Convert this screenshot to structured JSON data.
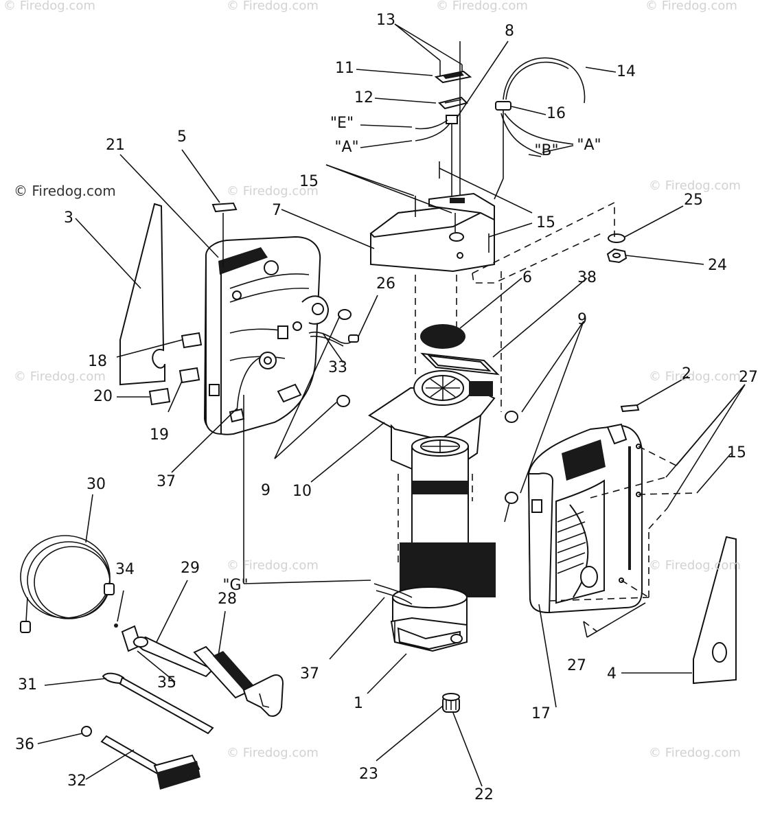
{
  "watermarks": {
    "text": "© Firedog.com",
    "count": 13
  },
  "labels": [
    {
      "id": "1",
      "text": "1"
    },
    {
      "id": "2",
      "text": "2"
    },
    {
      "id": "3",
      "text": "3"
    },
    {
      "id": "4",
      "text": "4"
    },
    {
      "id": "5",
      "text": "5"
    },
    {
      "id": "6",
      "text": "6"
    },
    {
      "id": "7",
      "text": "7"
    },
    {
      "id": "8",
      "text": "8"
    },
    {
      "id": "9a",
      "text": "9"
    },
    {
      "id": "9b",
      "text": "9"
    },
    {
      "id": "10",
      "text": "10"
    },
    {
      "id": "11",
      "text": "11"
    },
    {
      "id": "12",
      "text": "12"
    },
    {
      "id": "13",
      "text": "13"
    },
    {
      "id": "14",
      "text": "14"
    },
    {
      "id": "15a",
      "text": "15"
    },
    {
      "id": "15b",
      "text": "15"
    },
    {
      "id": "15c",
      "text": "15"
    },
    {
      "id": "16",
      "text": "16"
    },
    {
      "id": "17",
      "text": "17"
    },
    {
      "id": "18",
      "text": "18"
    },
    {
      "id": "19",
      "text": "19"
    },
    {
      "id": "20",
      "text": "20"
    },
    {
      "id": "21",
      "text": "21"
    },
    {
      "id": "22",
      "text": "22"
    },
    {
      "id": "23",
      "text": "23"
    },
    {
      "id": "24",
      "text": "24"
    },
    {
      "id": "25",
      "text": "25"
    },
    {
      "id": "26",
      "text": "26"
    },
    {
      "id": "27a",
      "text": "27"
    },
    {
      "id": "27b",
      "text": "27"
    },
    {
      "id": "28",
      "text": "28"
    },
    {
      "id": "29",
      "text": "29"
    },
    {
      "id": "30",
      "text": "30"
    },
    {
      "id": "31",
      "text": "31"
    },
    {
      "id": "32",
      "text": "32"
    },
    {
      "id": "33",
      "text": "33"
    },
    {
      "id": "34",
      "text": "34"
    },
    {
      "id": "35",
      "text": "35"
    },
    {
      "id": "36",
      "text": "36"
    },
    {
      "id": "37a",
      "text": "37"
    },
    {
      "id": "37b",
      "text": "37"
    },
    {
      "id": "38",
      "text": "38"
    },
    {
      "id": "E",
      "text": "\"E\""
    },
    {
      "id": "A1",
      "text": "\"A\""
    },
    {
      "id": "A2",
      "text": "\"A\""
    },
    {
      "id": "B",
      "text": "\"B\""
    },
    {
      "id": "G",
      "text": "\"G\""
    }
  ]
}
